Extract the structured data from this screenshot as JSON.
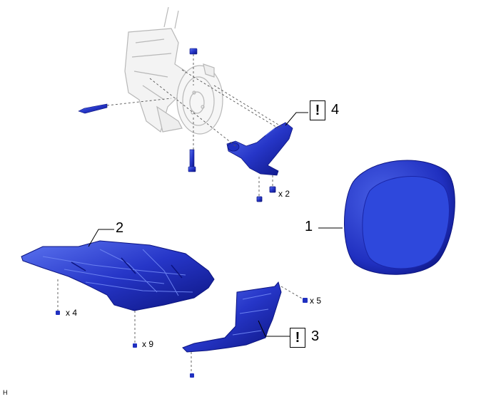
{
  "parts": [
    {
      "number": "1"
    },
    {
      "number": "2"
    },
    {
      "number": "3",
      "caution": "!"
    },
    {
      "number": "4",
      "caution": "!"
    }
  ],
  "quantities": {
    "arm_nuts": "x 2",
    "cover_front": "x 4",
    "cover_rear": "x 9",
    "side_cover": "x 5"
  },
  "corner_code": "H",
  "colors": {
    "part_blue": "#2636c8",
    "part_dark": "#0c1480",
    "part_light": "#5c74f0",
    "leader": "#555555",
    "suspension_gray": "#b8b8b8"
  }
}
